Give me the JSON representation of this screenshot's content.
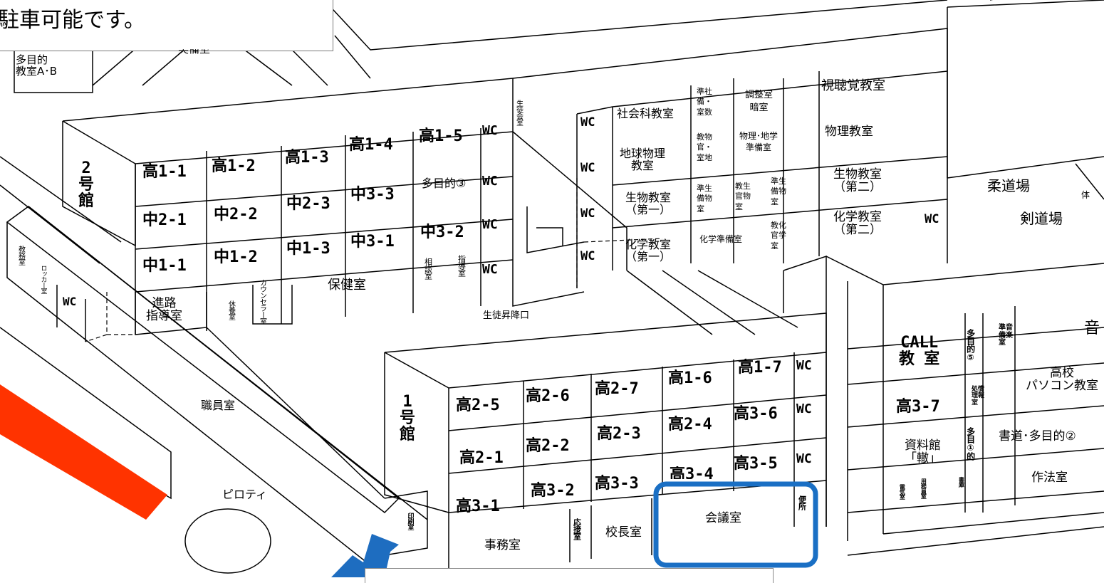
{
  "callout": {
    "text": "駐車可能です。"
  },
  "colors": {
    "highlight_box": "#1a6fc4",
    "arrow": "#1e6dc0",
    "red_stripe": "#ff3300"
  },
  "icons": {
    "pointer": "arrow-right-icon",
    "road": "red-stripe-icon"
  },
  "top_labels": {
    "multi_ab": "多目的\n教室A･B",
    "partial_top": "実備室"
  },
  "building2": {
    "name": "2\n号\n館",
    "rooms_row1": [
      "高1-1",
      "高1-2",
      "高1-3",
      "高1-4",
      "高1-5"
    ],
    "rooms_row2": [
      "中2-1",
      "中2-2",
      "中2-3",
      "中3-3"
    ],
    "rooms_row3": [
      "中1-1",
      "中1-2",
      "中1-3",
      "中3-1",
      "中3-2"
    ],
    "multi3": "多目的③",
    "wc": "WC",
    "student_council": "生徒会室",
    "health_room": "保健室",
    "counsel": "相談室",
    "guidance": "指導室",
    "rest_room": "休養室",
    "counselor": "カウンセラー室",
    "career": "進路\n指導室",
    "admin": "教務室",
    "locker": "ロッカー室"
  },
  "middle": {
    "social": "社会科教室",
    "geo_phys": "地球物理\n教室",
    "bio1": "生物教室\n（第一）",
    "chem1": "化学教室\n（第一）",
    "social_math_prep": "準社\n備・\n室数",
    "phys_geo_staff": "教物\n官・\n室地",
    "bio_prep": "準生\n備物\n室",
    "bio_staff": "教生\n官物\n室",
    "bio_prep2": "準生\n備物\n室",
    "chem_prep": "化学準備室",
    "chem_staff": "教化\n官学\n室",
    "adjust": "調整室\n暗室",
    "phys_geo_prep": "物理･地学\n準備室",
    "av_room": "視聴覚教室",
    "physics": "物理教室",
    "bio2": "生物教室\n（第二）",
    "chem2": "化学教室\n（第二）",
    "wc": "WC",
    "entrance": "生徒昇降口"
  },
  "gym": {
    "judo": "柔道場",
    "kendo": "剣道場",
    "partial": "体"
  },
  "building1": {
    "name": "1\n号\n館",
    "rooms_row1": [
      "高2-5",
      "高2-6",
      "高2-7",
      "高1-6",
      "高1-7"
    ],
    "rooms_row2": [
      "高2-1",
      "高2-2",
      "高2-3",
      "高2-4",
      "高3-6"
    ],
    "rooms_row3": [
      "高3-1",
      "高3-2",
      "高3-3",
      "高3-4",
      "高3-5"
    ],
    "wc": "WC",
    "office": "事務室",
    "reception": "応接室",
    "principal": "校長室",
    "conference": "会議室",
    "toilet": "便所",
    "print": "印刷室",
    "staff_room": "職員室",
    "pilotis": "ピロティ"
  },
  "east": {
    "call": "CALL\n教 室",
    "h37": "高3-7",
    "multi5": "多目的⑤",
    "music_prep": "準音\n備楽\n室",
    "music_partial": "音",
    "info_proc": "処情\n理報\n室",
    "pc_room": "高校\nパソコン教室",
    "multi1": "多目①的",
    "calligraphy": "書道･多目的②",
    "archive": "資料館\n「轍」",
    "etiquette": "作法室",
    "electric": "電気室",
    "janitor": "用務員室",
    "library_store": "書庫"
  }
}
